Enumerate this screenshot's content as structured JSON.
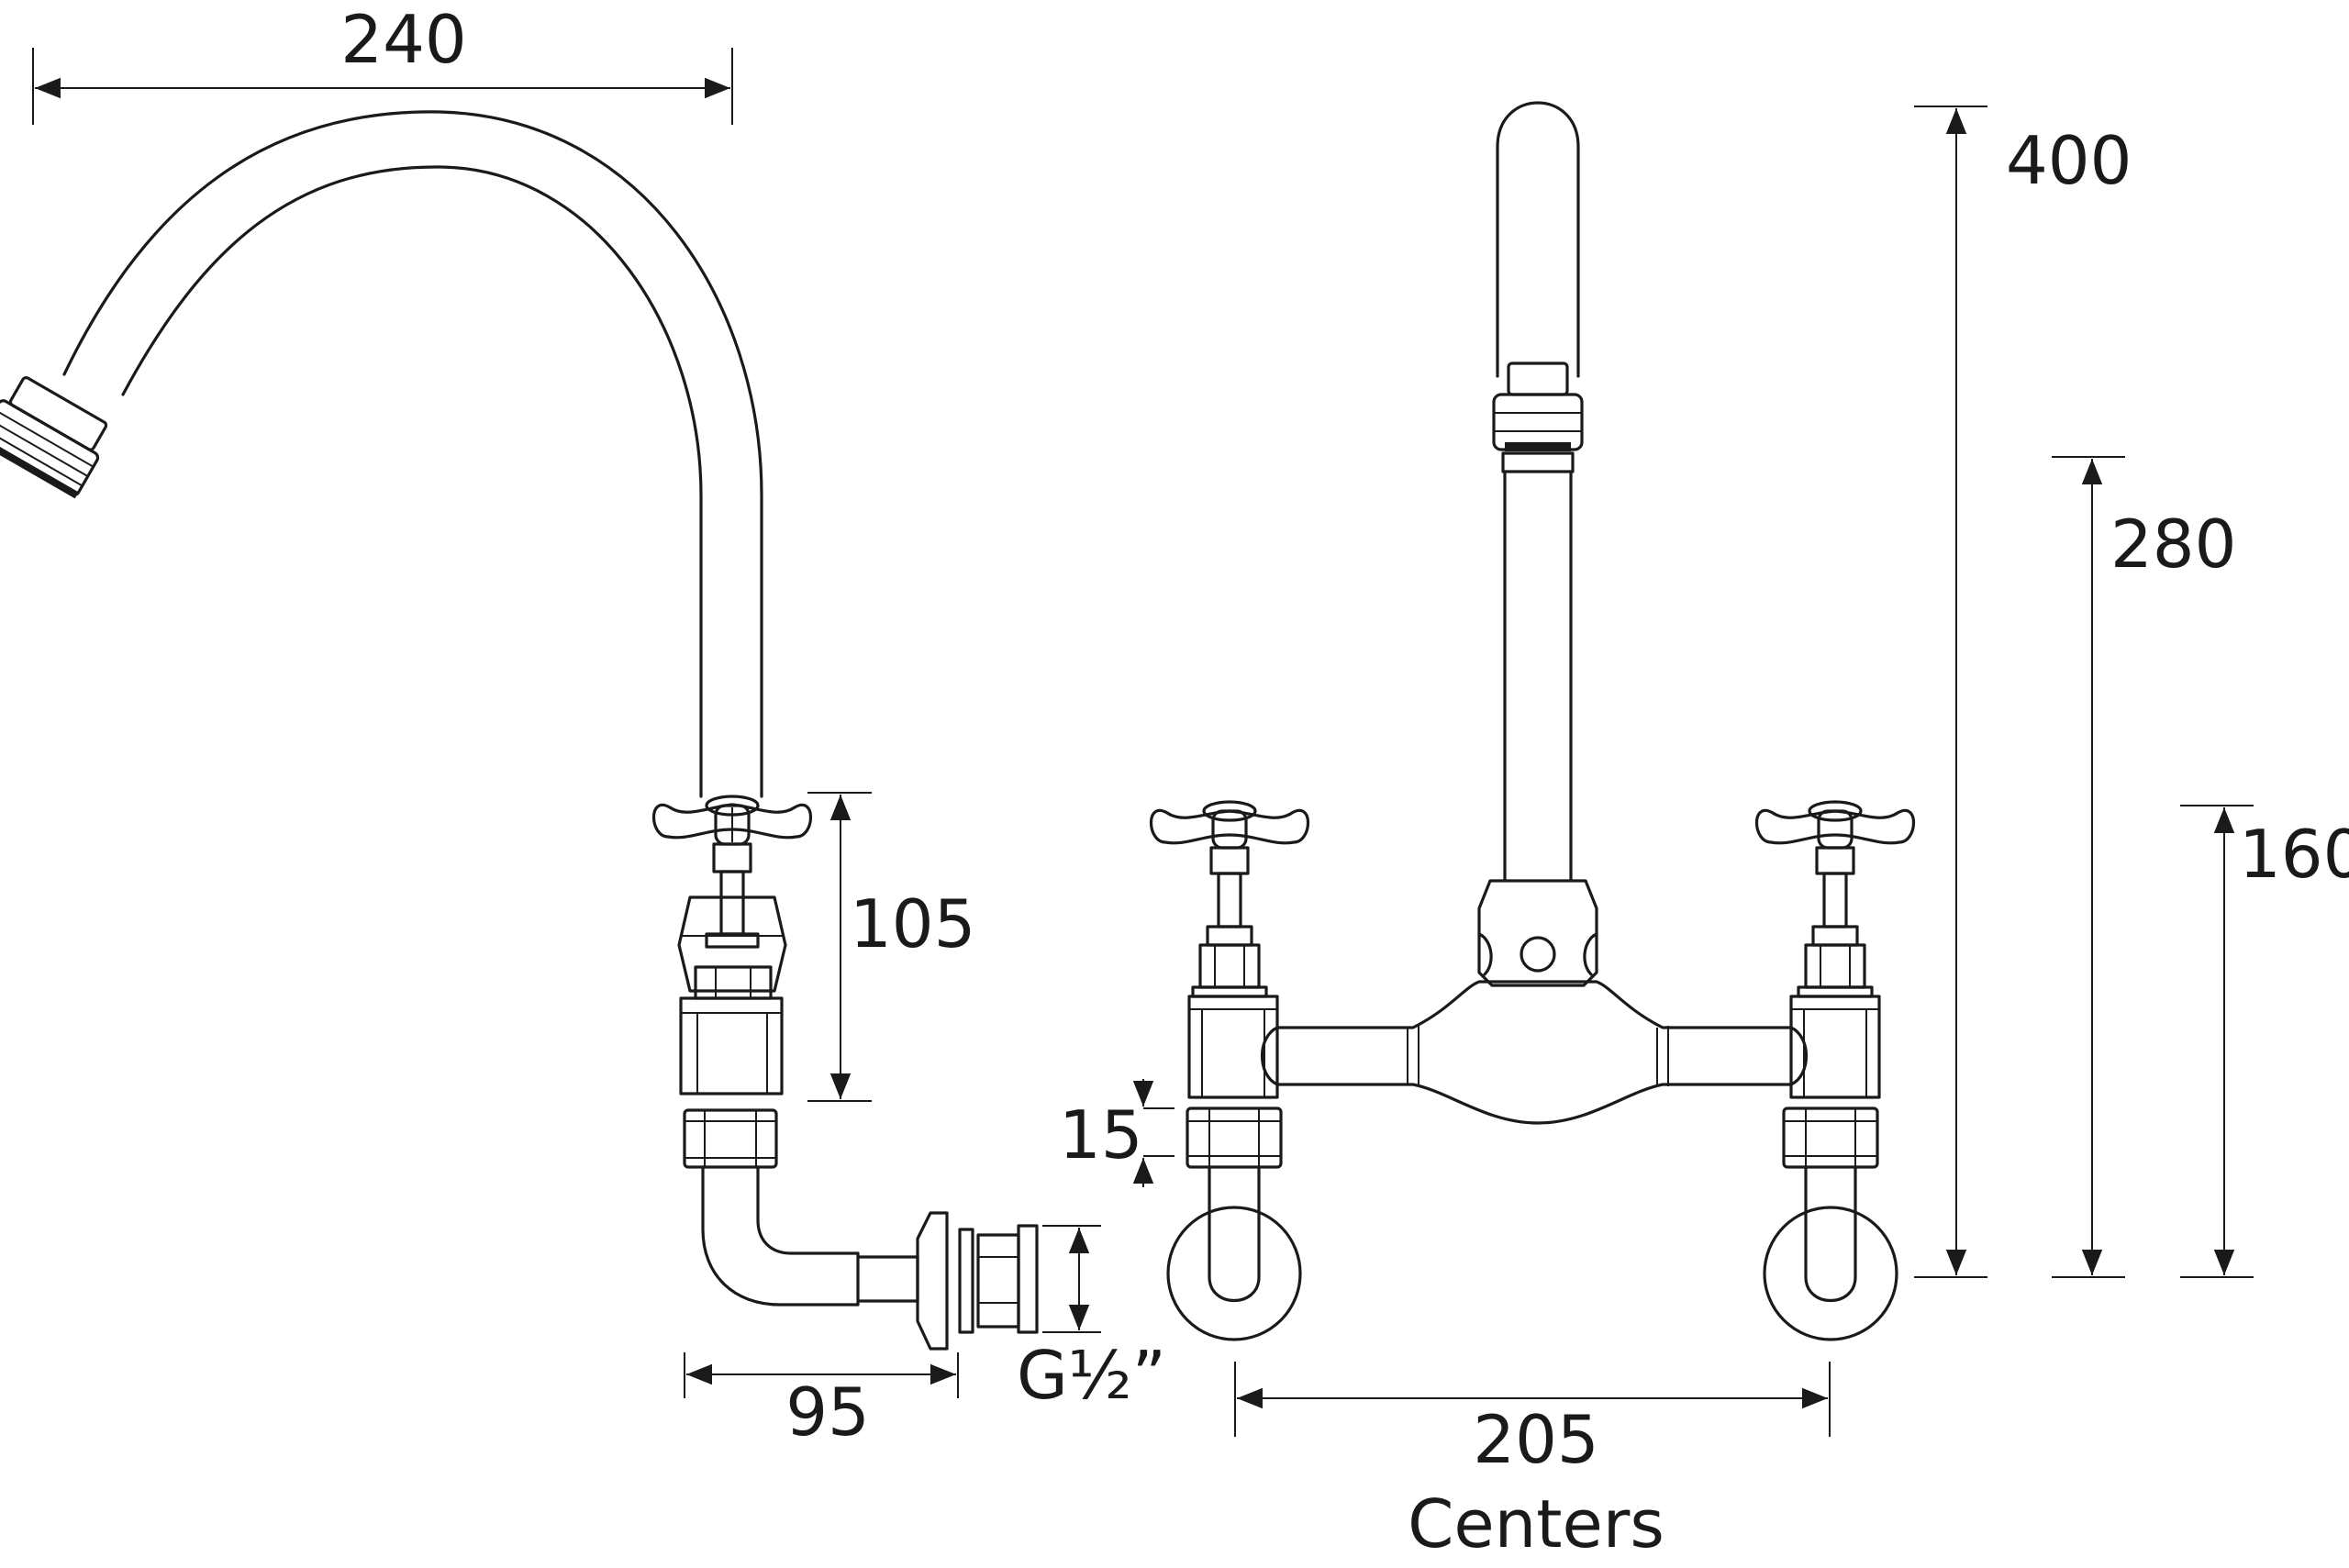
{
  "dimensions": {
    "spout_reach": "240",
    "total_height": "400",
    "spout_height": "280",
    "handle_height": "160",
    "valve_height": "105",
    "nut_height": "15",
    "wall_projection": "95",
    "thread": "G½”",
    "centers_value": "205",
    "centers_label": "Centers"
  },
  "colors": {
    "line": "#1a1a1a",
    "background": "#ffffff"
  }
}
